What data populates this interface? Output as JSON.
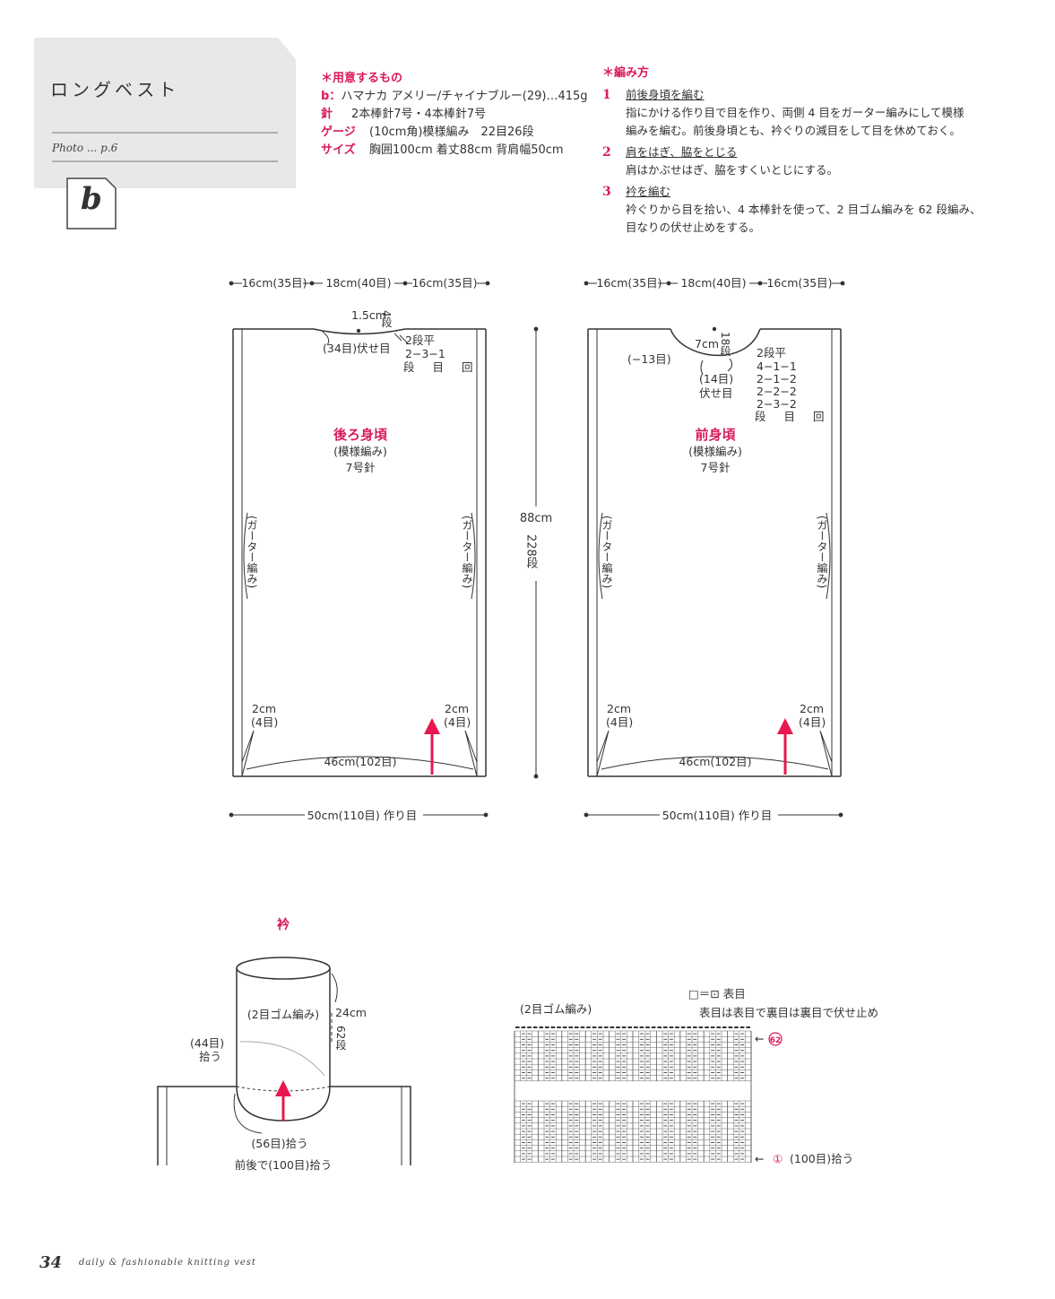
{
  "title": "ロングベスト",
  "photo_ref": "Photo ... p.6",
  "badge": "b",
  "materials": {
    "heading": "＊用意するもの",
    "yarn_key": "b：",
    "yarn": "ハマナカ アメリー/チャイナブルー(29)…415g",
    "needle_key": "針",
    "needle": "2本棒針7号・4本棒針7号",
    "gauge_key": "ゲージ",
    "gauge": "(10cm角)模様編み　22目26段",
    "size_key": "サイズ",
    "size": "胸囲100cm 着丈88cm 背肩幅50cm"
  },
  "method": {
    "heading": "＊編み方",
    "steps": [
      {
        "num": "1",
        "title": "前後身頃を編む",
        "lines": [
          "指にかける作り目で目を作り、両側 4 目をガーター編みにして模様",
          "編みを編む。前後身頃とも、衿ぐりの減目をして目を休めておく。"
        ]
      },
      {
        "num": "2",
        "title": "肩をはぎ、脇をとじる",
        "lines": [
          "肩はかぶせはぎ、脇をすくいとじにする。"
        ]
      },
      {
        "num": "3",
        "title": "衿を編む",
        "lines": [
          "衿ぐりから目を拾い、4 本棒針を使って、2 目ゴム編みを 62 段編み、",
          "目なりの伏せ止めをする。"
        ]
      }
    ]
  },
  "back": {
    "top1": "16cm(35目)",
    "top2": "18cm(40目)",
    "top3": "16cm(35目)",
    "neck_depth": "1.5cm",
    "neck_rows": "4段",
    "cast_off": "(34目)伏せ目",
    "dec1": "2段平",
    "dec2": "2−3−1",
    "dec3": "段 目 回",
    "name": "後ろ身頃",
    "stitch": "(模様編み)",
    "needle": "7号針",
    "garter": "(ガーター編み)",
    "slit_l1": "2cm",
    "slit_l2": "(4目)",
    "slit_r1": "2cm",
    "slit_r2": "(4目)",
    "hem": "46cm(102目)",
    "bottom": "50cm(110目) 作り目"
  },
  "height": {
    "cm": "88cm",
    "rows": "228段"
  },
  "front": {
    "top1": "16cm(35目)",
    "top2": "18cm(40目)",
    "top3": "16cm(35目)",
    "neck_depth": "7cm",
    "neck_rows": "18段",
    "left_dec": "(−13目)",
    "cast_off1": "(14目)",
    "cast_off2": "伏せ目",
    "dec": [
      "2段平",
      "4−1−1",
      "2−1−2",
      "2−2−2",
      "2−3−2",
      "段 目 回"
    ],
    "name": "前身頃",
    "stitch": "(模様編み)",
    "needle": "7号針",
    "garter": "(ガーター編み)",
    "slit_l1": "2cm",
    "slit_l2": "(4目)",
    "slit_r1": "2cm",
    "slit_r2": "(4目)",
    "hem": "46cm(102目)",
    "bottom": "50cm(110目) 作り目"
  },
  "collar": {
    "title": "衿",
    "rib": "(2目ゴム編み)",
    "height_cm": "24cm",
    "height_rows": "62段",
    "pick_back": "(44目)",
    "pick_back2": "拾う",
    "pick_front": "(56目)拾う",
    "pick_total": "前後で(100目)拾う"
  },
  "chart": {
    "legend1": "□＝⊡ 表目",
    "legend2": "表目は表目で裏目は裏目で伏せ止め",
    "rib": "(2目ゴム編み)",
    "row_top": "62",
    "row_bottom": "①",
    "row_bottom_note": "(100目)拾う"
  },
  "footer": {
    "page": "34",
    "book": "daily & fashionable knitting vest"
  },
  "colors": {
    "accent": "#d81b5a",
    "line": "#333333",
    "tag": "#e6e6e9"
  }
}
